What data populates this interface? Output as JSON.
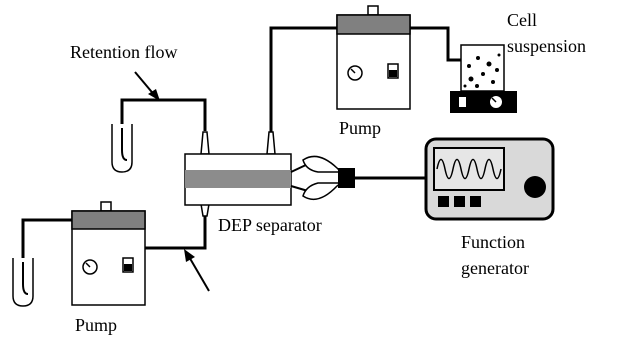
{
  "labels": {
    "retention_flow": "Retention flow",
    "cell_line1": "Cell",
    "cell_line2": "suspension",
    "pump_top": "Pump",
    "pump_bottom": "Pump",
    "dep_separator": "DEP separator",
    "fg_line1": "Function",
    "fg_line2": "generator"
  },
  "colors": {
    "tube": "#000000",
    "pump_cap": "#808080",
    "channel": "#8c8c8c",
    "generator_screen": "#e6e6e6",
    "generator_body": "#d9d9d9",
    "outline": "#000000"
  },
  "icons": {
    "pump": "pump-icon",
    "reservoir": "test-tube-icon",
    "separator": "dep-separator-icon",
    "generator": "function-generator-icon",
    "beaker": "cell-suspension-beaker-icon"
  }
}
